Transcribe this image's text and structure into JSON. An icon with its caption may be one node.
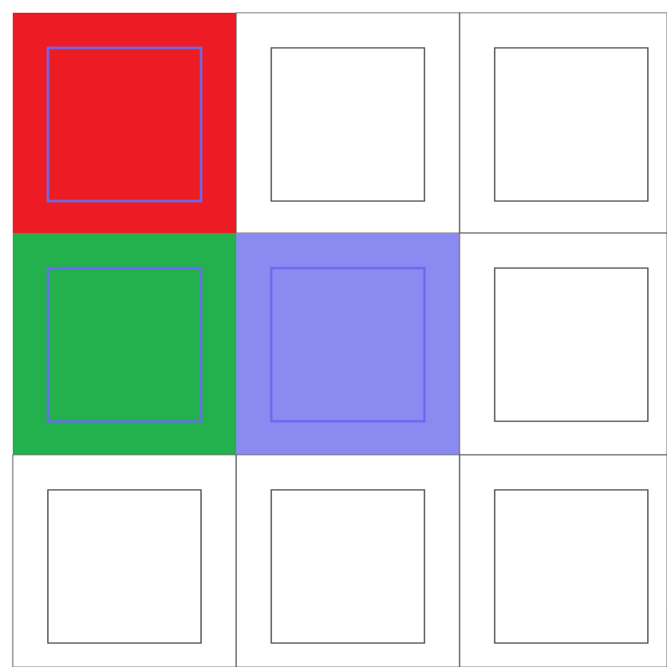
{
  "diagram": {
    "nodes": [
      {
        "text": [],
        "shape": "box"
      },
      {
        "text": [],
        "shape": "box",
        "in": 0
      },
      {
        "text": [],
        "shape": "box"
      },
      {
        "text": [],
        "shape": "box",
        "in": 2
      },
      {
        "text": [],
        "shape": "box"
      },
      {
        "text": [],
        "shape": "box",
        "in": 4
      },
      {
        "text": [],
        "shape": "box"
      },
      {
        "text": [],
        "shape": "box",
        "in": 6
      },
      {
        "text": [],
        "shape": "box"
      },
      {
        "text": [],
        "shape": "box",
        "in": 8
      },
      {
        "text": [],
        "shape": "box"
      },
      {
        "text": [],
        "shape": "box",
        "in": 10
      },
      {
        "text": [],
        "shape": "box"
      },
      {
        "text": [],
        "shape": "box",
        "in": 12
      },
      {
        "text": [],
        "shape": "box"
      },
      {
        "text": [],
        "shape": "box",
        "in": 14
      },
      {
        "text": [],
        "shape": "box"
      },
      {
        "text": [],
        "shape": "box",
        "in": 16
      }
    ]
  }
}
